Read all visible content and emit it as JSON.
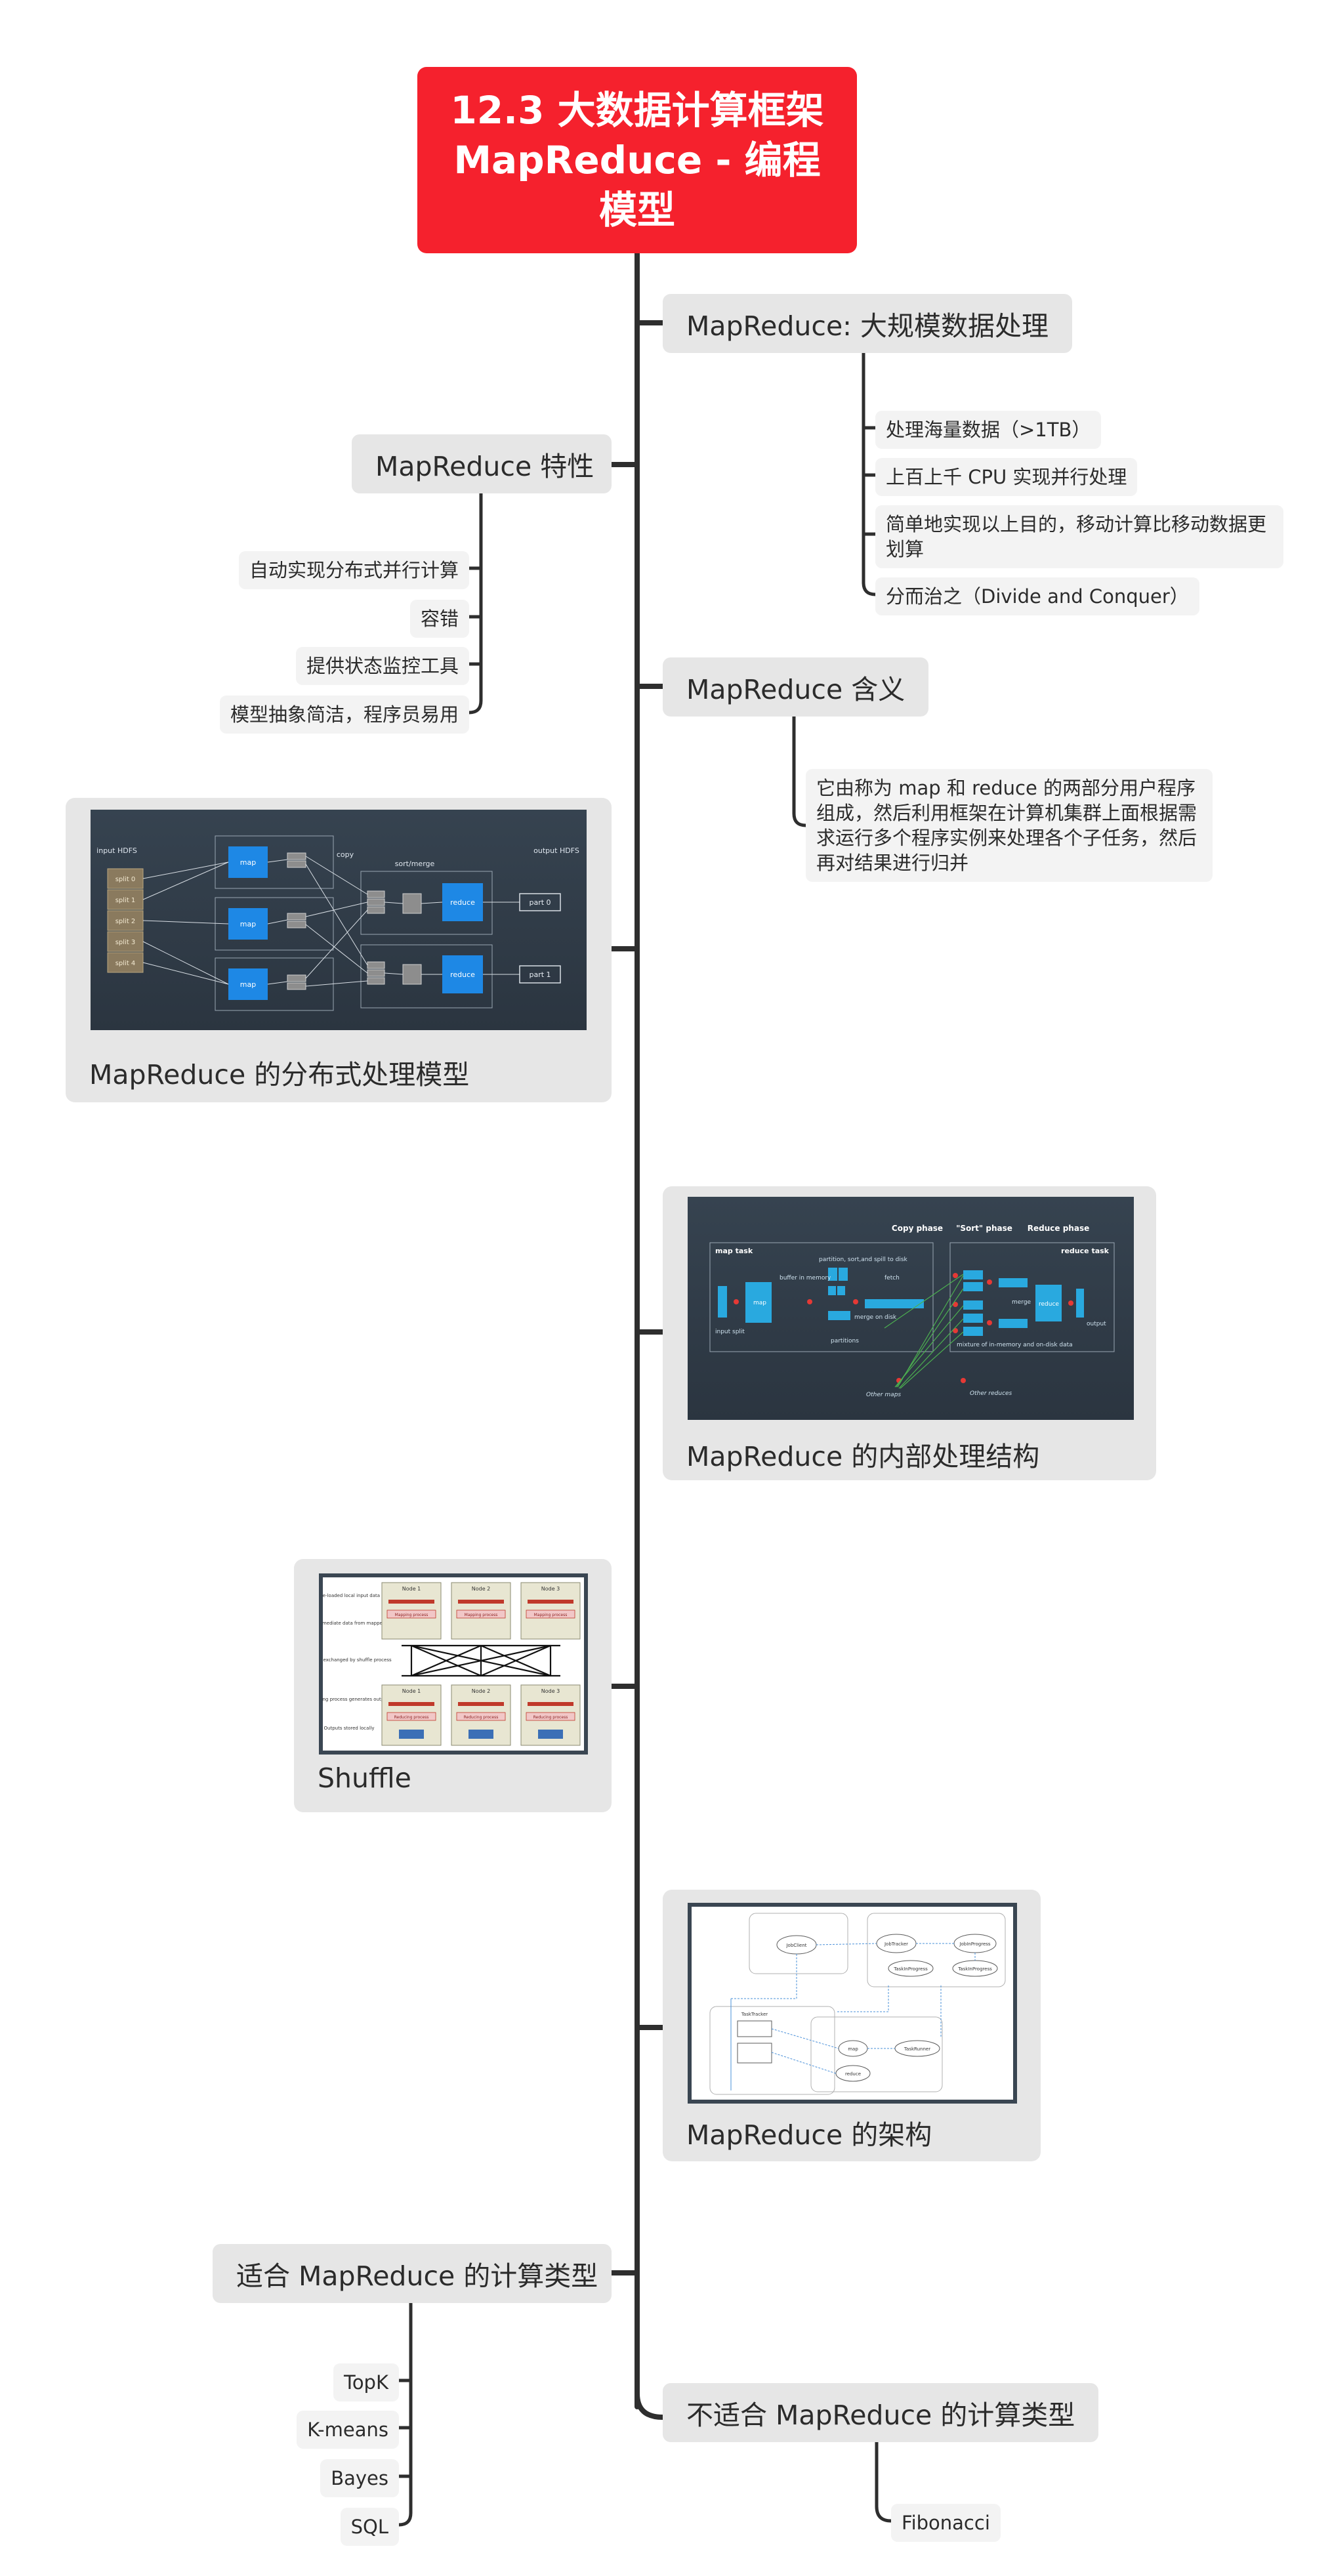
{
  "root": {
    "title": "12.3 大数据计算框架 MapReduce - 编程模型"
  },
  "topics": {
    "scale": {
      "label": "MapReduce: 大规模数据处理",
      "items": [
        "处理海量数据（>1TB）",
        "上百上千 CPU 实现并行处理",
        "简单地实现以上目的，移动计算比移动数据更划算",
        "分而治之（Divide and Conquer）"
      ]
    },
    "features": {
      "label": "MapReduce 特性",
      "items": [
        "自动实现分布式并行计算",
        "容错",
        "提供状态监控工具",
        "模型抽象简洁，程序员易用"
      ]
    },
    "meaning": {
      "label": "MapReduce 含义",
      "text": "它由称为 map 和 reduce 的两部分用户程序组成，然后利用框架在计算机集群上面根据需求运行多个程序实例来处理各个子任务，然后再对结果进行归并"
    },
    "distributed": {
      "label": "MapReduce 的分布式处理模型",
      "figure": {
        "input": "input HDFS",
        "splits": [
          "split 0",
          "split 1",
          "split 2",
          "split 3",
          "split 4"
        ],
        "map": "map",
        "copy": "copy",
        "sort_merge": "sort/merge",
        "reduce": "reduce",
        "output": "output HDFS",
        "parts": [
          "part 0",
          "part 1"
        ]
      }
    },
    "internal": {
      "label": "MapReduce 的内部处理结构",
      "figure": {
        "copy_phase": "Copy phase",
        "sort_phase": "\"Sort\" phase",
        "reduce_phase": "Reduce phase",
        "map_task": "map task",
        "reduce_task": "reduce task",
        "input_split": "input split",
        "map": "map",
        "buffer": "buffer in memory",
        "partition": "partition, sort,and spill to disk",
        "fetch": "fetch",
        "merge_on_disk": "merge on disk",
        "partitions": "partitions",
        "merge": "merge",
        "reduce": "reduce",
        "output": "output",
        "mixture": "mixture of in-memory and on-disk data",
        "other_maps": "Other maps",
        "other_reduces": "Other reduces"
      }
    },
    "shuffle": {
      "label": "Shuffle",
      "figure": {
        "row_labels": [
          "Pre-loaded local input data",
          "Intermediate data from mappers",
          "Values exchanged by shuffle process",
          "Reducing process generates outputs",
          "Outputs stored locally"
        ],
        "nodes": [
          "Node 1",
          "Node 2",
          "Node 3"
        ],
        "mapping": "Mapping process",
        "reducing": "Reducing process"
      }
    },
    "architecture": {
      "label": "MapReduce 的架构",
      "figure": {
        "job_client": "JobClient",
        "job_tracker": "JobTracker",
        "job_in_progress": "JobInProgress",
        "task_in_progress": "TaskInProgress",
        "task_tracker": "TaskTracker",
        "task_runner": "TaskRunner",
        "map": "map",
        "reduce": "reduce"
      }
    },
    "suitable": {
      "label": "适合 MapReduce 的计算类型",
      "items": [
        "TopK",
        "K-means",
        "Bayes",
        "SQL"
      ]
    },
    "unsuitable": {
      "label": "不适合 MapReduce 的计算类型",
      "items": [
        "Fibonacci"
      ]
    }
  },
  "colors": {
    "root": "#f5212d",
    "topic_bg": "#e6e6e6",
    "connector": "#2e2e2e",
    "figure_dark": "#3a4652",
    "figure_blue": "#1e88e5"
  }
}
